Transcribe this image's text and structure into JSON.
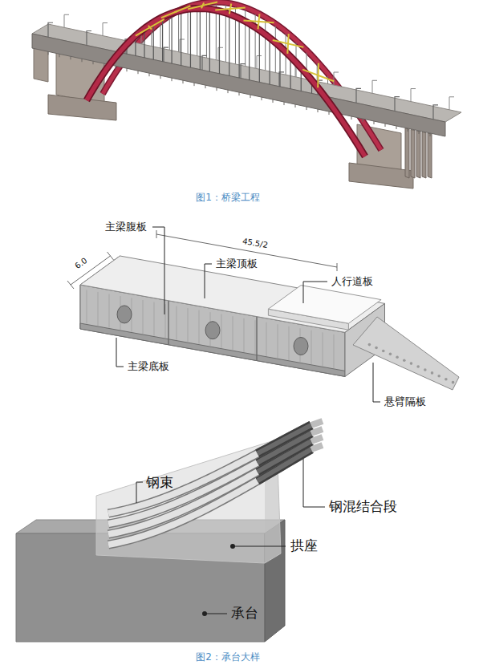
{
  "diagram": {
    "labels": [
      "图1：桥梁工程",
      "主梁腹板",
      "6.0",
      "主梁顶板",
      "45.5/2",
      "人行道板",
      "主梁底板",
      "悬臂隔板",
      "钢束",
      "钢混结合段",
      "拱座",
      "承台",
      "图2：承台大样"
    ]
  }
}
